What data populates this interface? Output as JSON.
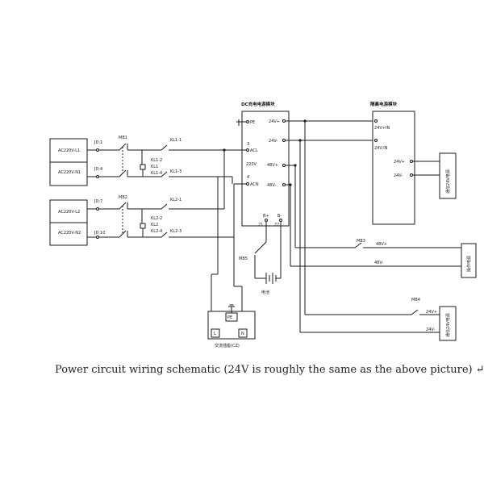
{
  "colors": {
    "line": "#1a1a1a",
    "text": "#222222",
    "background": "#ffffff"
  },
  "diagram": {
    "dc_module_label": "DC充电电源模块",
    "iso_module_label": "隔离电源模块",
    "breaker_1": "MB1",
    "breaker_2": "MB2",
    "breaker_3": "MB3",
    "breaker_4": "MB4",
    "breaker_5": "MB5",
    "ac_input_l1": "AC220V-L1",
    "ac_input_n1": "AC220V-N1",
    "ac_input_l2": "AC220V-L2",
    "ac_input_n2": "AC220V-N2",
    "jd_1": "JD:1",
    "jd_4": "JD:4",
    "jd_7": "JD:7",
    "jd_10": "JD:10",
    "kl1_1": "KL1-1",
    "kl1_2": "KL1-2",
    "kl1": "KL1",
    "kl1_4": "KL1-4",
    "kl1_3": "KL1-3",
    "kl2_1": "KL2-1",
    "kl2_2": "KL2-2",
    "kl2": "KL2",
    "kl2_4": "KL2-4",
    "kl2_3": "KL2-3",
    "pin_pe": "PE",
    "pin_acl": "ACL",
    "pin_acn": "ACN",
    "pin_3": "3",
    "pin_4": "4",
    "pin_220v": "220V",
    "out_24v_plus": "24V+",
    "out_24v_minus": "24V-",
    "out_48v_plus": "48V+",
    "out_48v_minus": "48V-",
    "bplus": "B+",
    "bminus": "B-",
    "t21": "21",
    "t22": "22",
    "iso_24in_plus": "24V+IN",
    "iso_24in_minus": "24V-IN",
    "iso_24v_plus": "24V+",
    "iso_24v_minus": "24V-",
    "battery": "电池",
    "ac_socket": "交流插座(CZ)",
    "socket_pe": "PE",
    "socket_l": "L",
    "socket_n": "N",
    "load_1": "通信24V电源",
    "load_2": "操作电源",
    "load_3": "通信24V电源",
    "mb3_48v_plus": "48V+",
    "mb3_48v_minus": "48V-",
    "mb4_24v_plus": "24V+",
    "mb4_24v_minus": "24V-"
  },
  "caption": "Power circuit wiring schematic (24V is roughly the same as the above picture) ↵"
}
